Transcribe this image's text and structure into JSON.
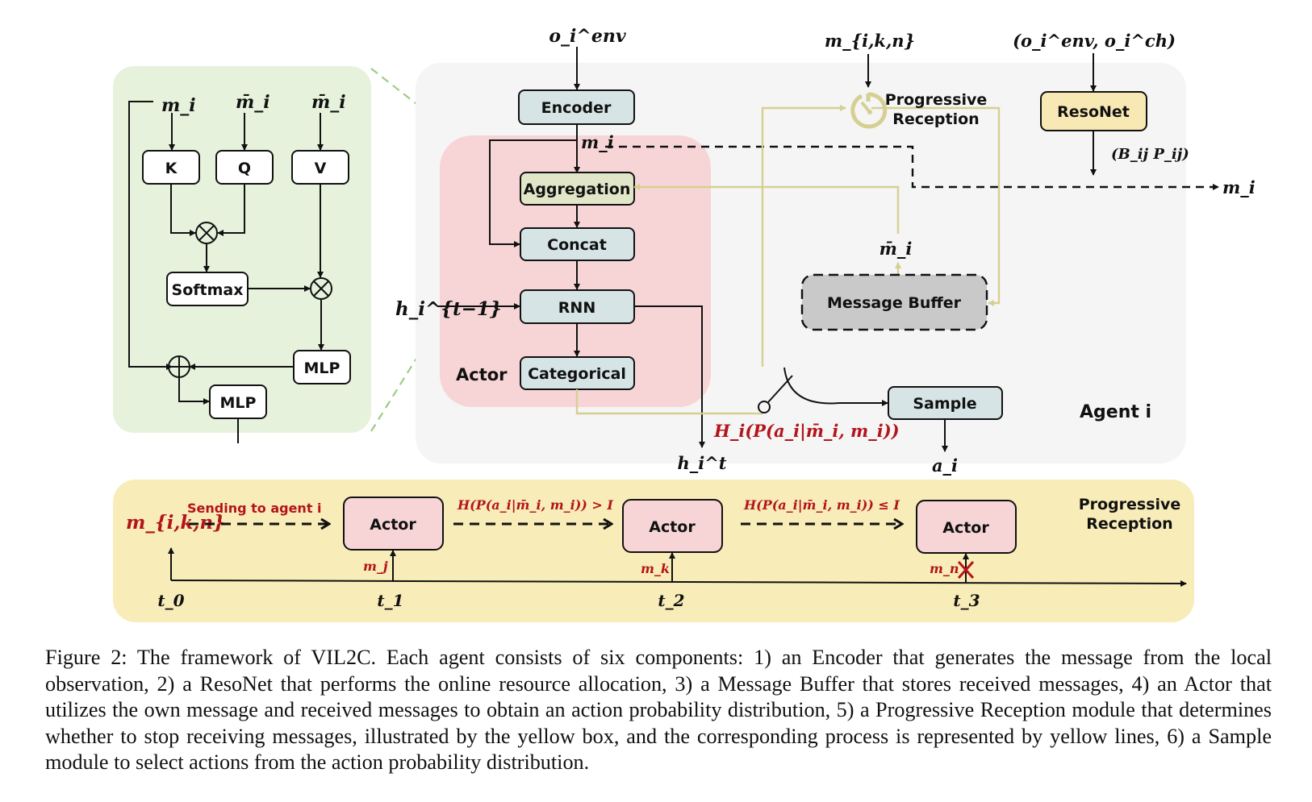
{
  "figure": {
    "attention_panel": {
      "inputs": [
        "m_i",
        "m̄_i",
        "m̄_i"
      ],
      "boxes": {
        "k": "K",
        "q": "Q",
        "v": "V",
        "softmax": "Softmax",
        "mlp1": "MLP",
        "mlp2": "MLP"
      }
    },
    "agent": {
      "title": "Agent i",
      "input_obs": "o_i^env",
      "encoder": "Encoder",
      "msg_out": "m_i",
      "aggregation": "Aggregation",
      "concat": "Concat",
      "rnn": "RNN",
      "categorical": "Categorical",
      "actor_label": "Actor",
      "h_prev": "h_i^{t−1}",
      "h_next": "h_i^t",
      "progressive_input": "m_{i,k,n}",
      "progressive_label_line1": "Progressive",
      "progressive_label_line2": "Reception",
      "resonet_input": "(o_i^env, o_i^ch)",
      "resonet": "ResoNet",
      "resonet_output": "(B_ij  P_ij)",
      "msg_right": "m_i",
      "msg_buffer_out": "m̄_i",
      "message_buffer": "Message Buffer",
      "entropy_label": "H_i(P(a_i|m̄_i, m_i))",
      "sample": "Sample",
      "action": "a_i"
    },
    "timeline": {
      "title_line1": "Progressive",
      "title_line2": "Reception",
      "start_msg": "m_{i,k,n}",
      "sending": "Sending to agent i",
      "cond1": "H(P(a_i|m̄_i, m_i)) > I",
      "cond2": "H(P(a_i|m̄_i, m_i)) ≤ I",
      "actors": [
        "Actor",
        "Actor",
        "Actor"
      ],
      "msgs": [
        "m_j",
        "m_k",
        "m_n"
      ],
      "times": [
        "t_0",
        "t_1",
        "t_2",
        "t_3"
      ]
    },
    "caption": "Figure 2: The framework of VIL2C. Each agent consists of six components: 1) an Encoder that generates the message from the local observation, 2) a ResoNet that performs the online resource allocation, 3) a Message Buffer that stores received messages, 4) an Actor that utilizes the own message and received messages to obtain an action probability distribution, 5) a Progressive Reception module that determines whether to stop receiving messages, illustrated by the yellow box, and the corresponding process is represented by yellow lines, 6) a Sample module to select actions from the action probability distribution.",
    "colors": {
      "attention_bg": "#e6f2dc",
      "agent_bg": "#f5f5f5",
      "actor_bg": "#f7d5d7",
      "module_fill": "#d7e4e6",
      "aggregation_fill": "#e1e6c9",
      "resonet_fill": "#f8e8b3",
      "buffer_fill": "#c9c9c9",
      "timeline_bg": "#f8ecb8",
      "yellow_line": "#d6cf92",
      "red_text": "#b3141b"
    }
  }
}
